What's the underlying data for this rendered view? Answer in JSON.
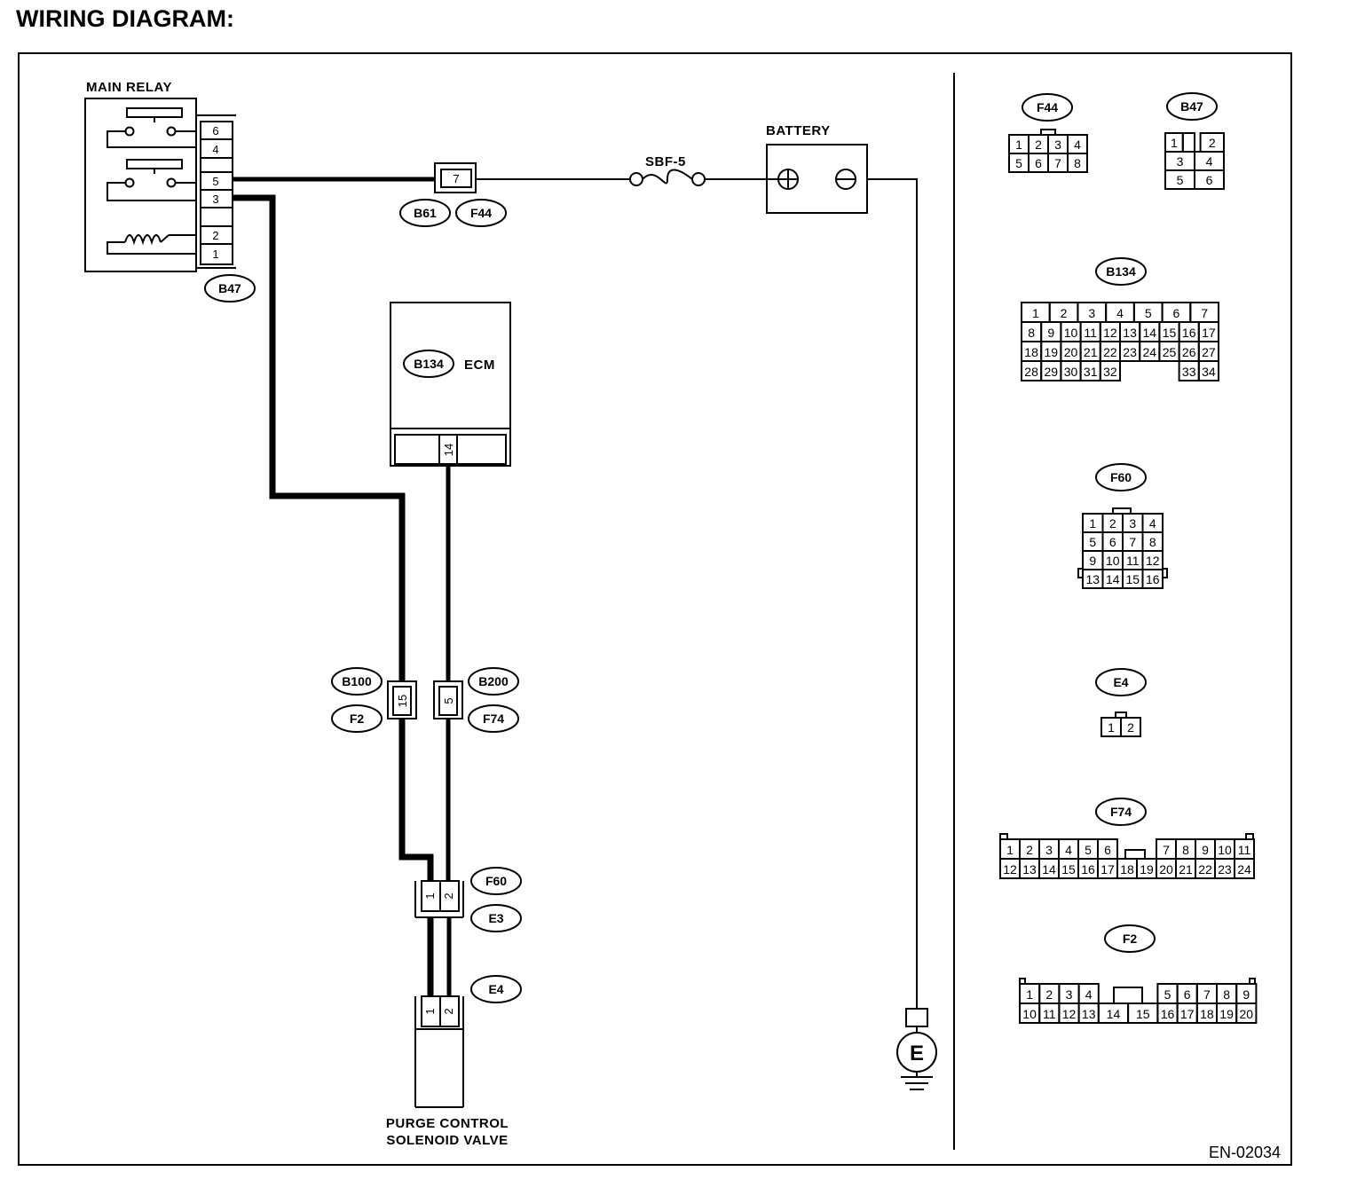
{
  "title": "WIRING DIAGRAM:",
  "figure_id": "EN-02034",
  "components": {
    "main_relay": "MAIN RELAY",
    "battery": "BATTERY",
    "fuse": "SBF-5",
    "ecm": "ECM",
    "valve_line1": "PURGE CONTROL",
    "valve_line2": "SOLENOID VALVE",
    "ground": "E"
  },
  "main_relay_pins": [
    "6",
    "4",
    "5",
    "3",
    "",
    "2",
    "1"
  ],
  "connector_tags": {
    "b47": "B47",
    "b61": "B61",
    "f44": "F44",
    "b134": "B134",
    "b100": "B100",
    "f2": "F2",
    "b200": "B200",
    "f74": "F74",
    "f60": "F60",
    "e3": "E3",
    "e4": "E4"
  },
  "pins": {
    "b61_f44": "7",
    "ecm": "14",
    "b100_f2": "15",
    "b200_f74": "5",
    "f60_1": "1",
    "f60_2": "2",
    "e4_1": "1",
    "e4_2": "2"
  },
  "connector_faces": {
    "f44": {
      "tag": "F44",
      "rows": [
        [
          "1",
          "2",
          "3",
          "4"
        ],
        [
          "5",
          "6",
          "7",
          "8"
        ]
      ]
    },
    "b47": {
      "tag": "B47",
      "rows": [
        [
          "1",
          "2"
        ],
        [
          "3",
          "4"
        ],
        [
          "5",
          "6"
        ]
      ]
    },
    "b134": {
      "tag": "B134",
      "rows": [
        [
          "1",
          "2",
          "3",
          "4",
          "5",
          "6",
          "7"
        ],
        [
          "8",
          "9",
          "10",
          "11",
          "12",
          "13",
          "14",
          "15",
          "16",
          "17"
        ],
        [
          "18",
          "19",
          "20",
          "21",
          "22",
          "23",
          "24",
          "25",
          "26",
          "27"
        ],
        [
          "28",
          "29",
          "30",
          "31",
          "32",
          "33",
          "34"
        ]
      ]
    },
    "f60": {
      "tag": "F60",
      "rows": [
        [
          "1",
          "2",
          "3",
          "4"
        ],
        [
          "5",
          "6",
          "7",
          "8"
        ],
        [
          "9",
          "10",
          "11",
          "12"
        ],
        [
          "13",
          "14",
          "15",
          "16"
        ]
      ]
    },
    "e4": {
      "tag": "E4",
      "rows": [
        [
          "1",
          "2"
        ]
      ]
    },
    "f74": {
      "tag": "F74",
      "rows": [
        [
          "1",
          "2",
          "3",
          "4",
          "5",
          "6",
          "7",
          "8",
          "9",
          "10",
          "11"
        ],
        [
          "12",
          "13",
          "14",
          "15",
          "16",
          "17",
          "18",
          "19",
          "20",
          "21",
          "22",
          "23",
          "24"
        ]
      ]
    },
    "f2": {
      "tag": "F2",
      "rows": [
        [
          "1",
          "2",
          "3",
          "4",
          "5",
          "6",
          "7",
          "8",
          "9"
        ],
        [
          "10",
          "11",
          "12",
          "13",
          "14",
          "15",
          "16",
          "17",
          "18",
          "19",
          "20"
        ]
      ]
    }
  }
}
